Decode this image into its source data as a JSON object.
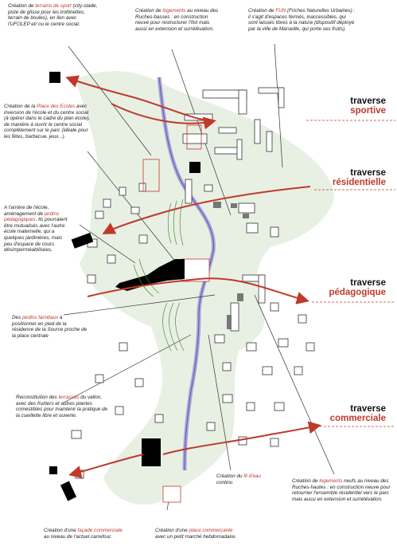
{
  "traverses": [
    {
      "line1": "traverse",
      "line2": "sportive"
    },
    {
      "line1": "traverse",
      "line2": "résidentielle"
    },
    {
      "line1": "traverse",
      "line2": "pédagogique"
    },
    {
      "line1": "traverse",
      "line2": "commerciale"
    }
  ],
  "annotations": {
    "sport": {
      "pre": "Création de ",
      "red": "terrains de sport",
      "post": " (city-stade, piste de glisse pour les trottinettes, terrain de boules), en lien avec l'UFOLEP et/ ou le centre social."
    },
    "ruches_basses": {
      "pre": "Création de ",
      "red": "logements",
      "post": " au niveau des Ruches-basses : en construction neuve pour restructurer l'îlot mais aussi en extension et surrélévation."
    },
    "fun": {
      "pre": "Création de ",
      "red": "FUN",
      "post": " (Friches Naturelles Urbaines) : il s'agit d'espaces fermés, inaccessibles, qui sont laissés libres à la nature (dispositif déployé par la ville de Marseille, qui porte ses fruits)."
    },
    "place_ecoles": {
      "pre": "Création de la ",
      "red": "Place des Ecoles",
      "post": " avec inversion de l'école et du centre social (à opérer dans le cadre du plan école), de manière à ouvrir le centre social complètement sur le parc (idéale pour les fêtes, barbecue, jeux...)."
    },
    "jardins_pedagogiques": {
      "pre": "A l'arrière de l'école, aménagement de ",
      "red": "jardins pédagogiques",
      "post": ". Ils pourraient être mutualisés avec l'autre école maternelle, qui a quelques jardinières, mais peu d'espace de cours désimperméabilisées."
    },
    "jardins_familiaux": {
      "pre": "Des ",
      "red": "jardins familiaux",
      "post": " à positionner en pied de la résidence de la Source proche de la place centrale"
    },
    "terrasses": {
      "pre": "Reconstitution des ",
      "red": "terrasses",
      "post": " du vallon, avec des fruitiers et autres plantes comestibles pour maintenir la pratique de la cueillette libre et ouverte."
    },
    "fil_eau": {
      "pre": "Création du ",
      "red": "fil d'eau",
      "post": " continu"
    },
    "ruches_hautes": {
      "pre": "Création de ",
      "red": "logements",
      "post": " neufs au niveau des Ruches-hautes : en construction neuve pour retourner l'ensemble résidentiel vers le parc mais aussi en extension et surrélévation."
    },
    "facade": {
      "pre": "Création d'une ",
      "red": "façade commerciale",
      "post": " au niveau de l'actuel carrefour."
    },
    "place_commercante": {
      "pre": "Création d'une ",
      "red": "place commerçante",
      "post": " avec un petit marché hebdomadaire."
    }
  },
  "colors": {
    "park": "#e8f0e4",
    "stream": "#a9a6d8",
    "arrow": "#c0392b",
    "building": "#000000",
    "existing": "#777777"
  }
}
